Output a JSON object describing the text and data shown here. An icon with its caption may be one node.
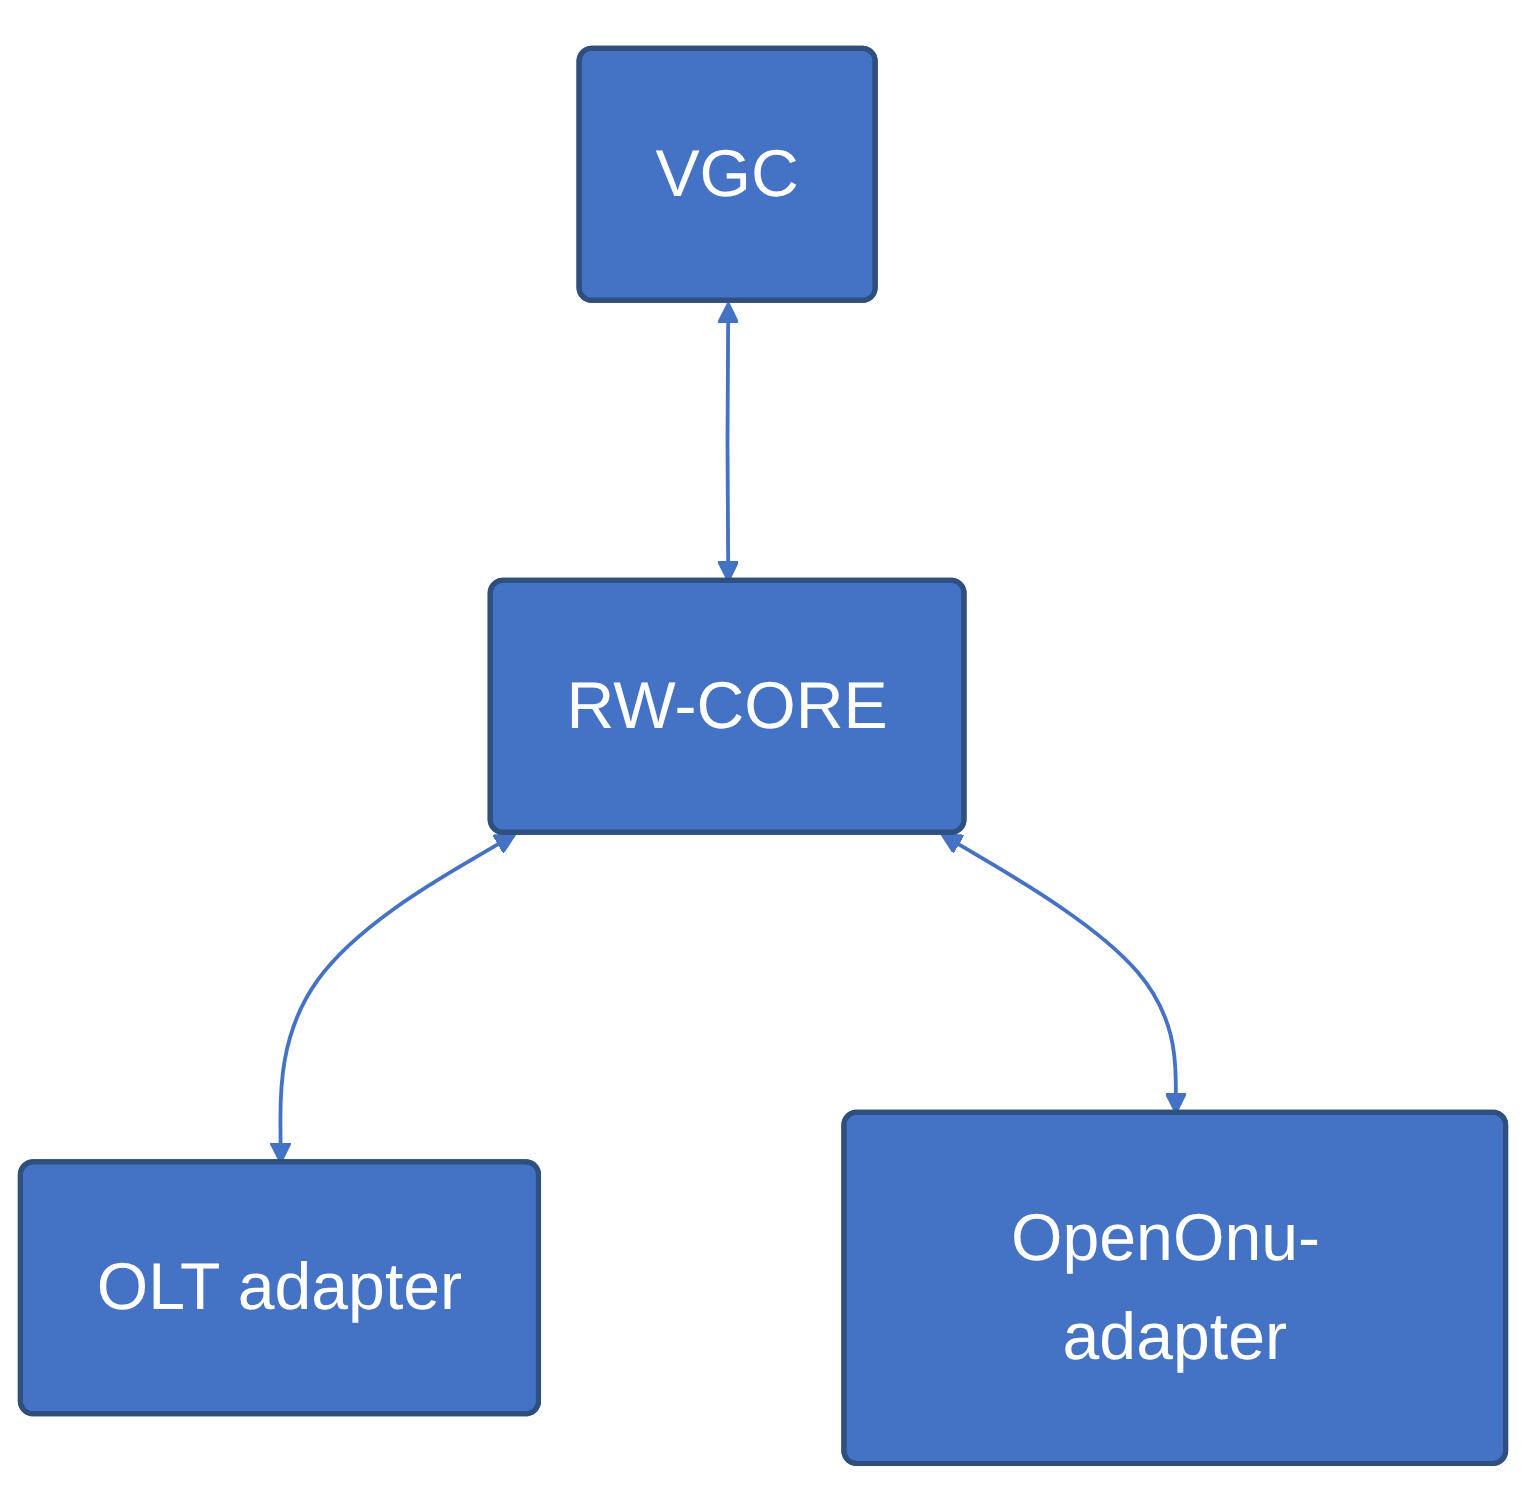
{
  "diagram": {
    "nodes": [
      {
        "text": [
          "VGC"
        ]
      },
      {
        "text": [
          "RW-CORE"
        ]
      },
      {
        "text": [
          "OLT adapter"
        ]
      },
      {
        "text": [
          "OpenOnu- adapter"
        ]
      }
    ],
    "edges": [
      {
        "from": 0,
        "to": 1,
        "arrow": "both"
      },
      {
        "from": 1,
        "to": 2,
        "arrow": "both"
      },
      {
        "from": 1,
        "to": 3,
        "arrow": "both"
      }
    ]
  }
}
